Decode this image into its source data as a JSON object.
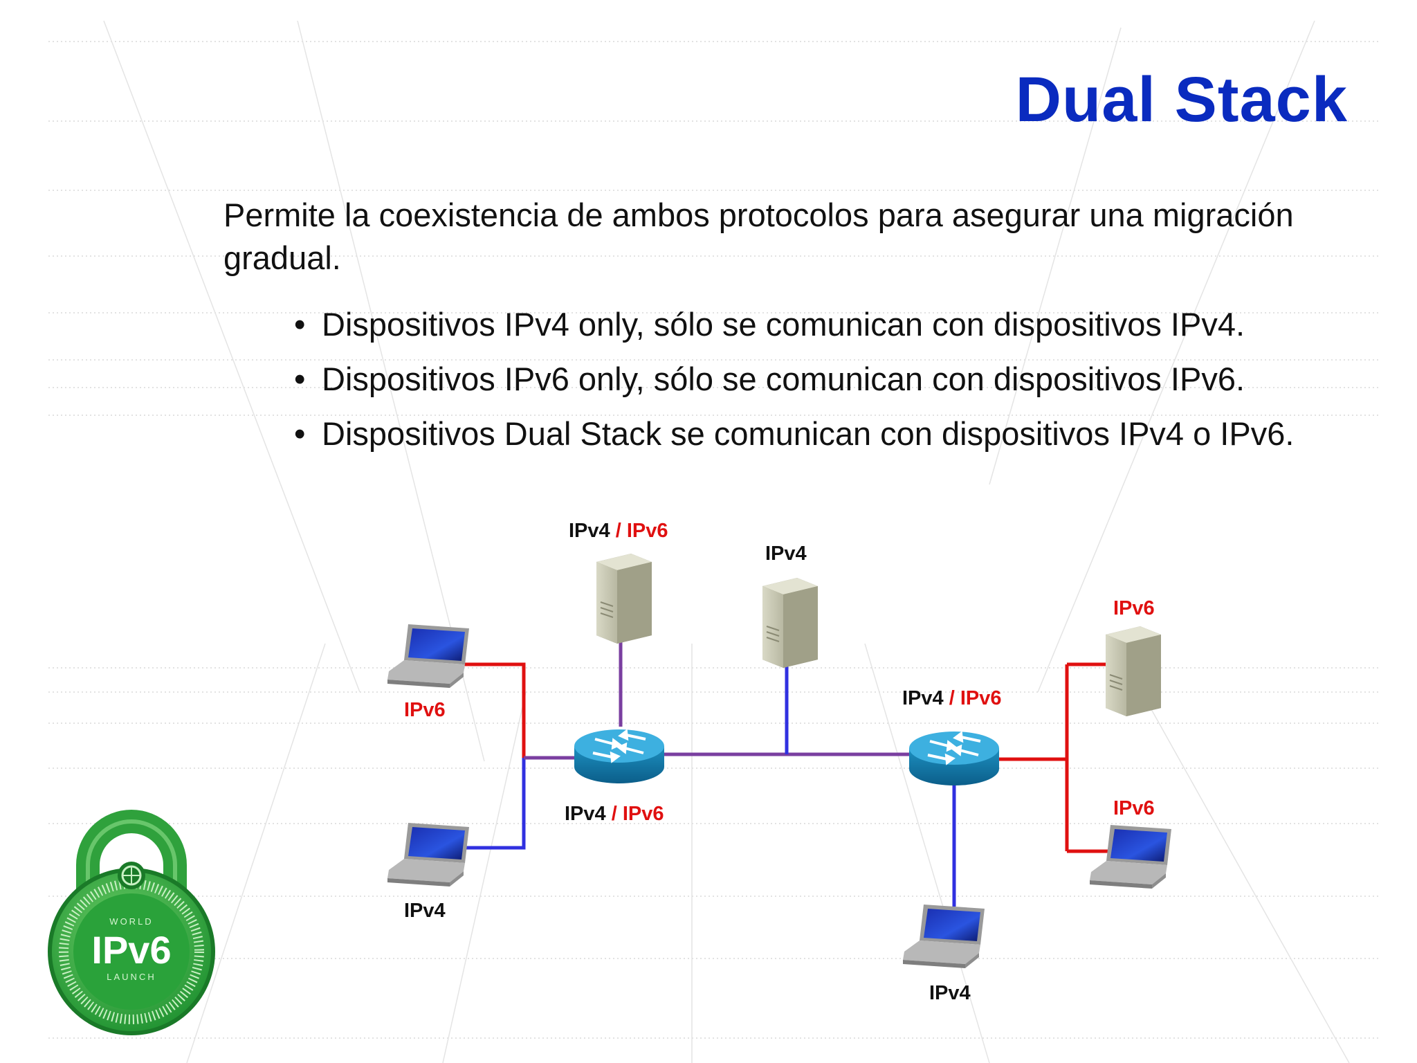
{
  "slide": {
    "title": "Dual Stack",
    "intro": "Permite la coexistencia de ambos protocolos para asegurar una migración gradual.",
    "bullets": [
      "Dispositivos IPv4 only, sólo se comunican con dispositivos IPv4.",
      "Dispositivos IPv6 only, sólo se comunican con dispositivos IPv6.",
      "Dispositivos Dual Stack se comunican con dispositivos IPv4 o IPv6."
    ],
    "bullet_symbol": "•"
  },
  "diagram": {
    "labels": {
      "server_top_v4": "IPv4",
      "server_top_sep": " / ",
      "server_top_v6": "IPv6",
      "server_mid": "IPv4",
      "server_right": "IPv6",
      "router_left_v4": "IPv4",
      "router_left_sep": " / ",
      "router_left_v6": "IPv6",
      "router_right_v4": "IPv4",
      "router_right_sep": " / ",
      "router_right_v6": "IPv6",
      "laptop_top_left": "IPv6",
      "laptop_bottom_left": "IPv4",
      "laptop_bottom_center": "IPv4",
      "laptop_right": "IPv6"
    },
    "colors": {
      "ipv4_link": "#3030e0",
      "ipv6_link": "#e01010",
      "dual_link": "#7a3fa0",
      "ipv6_text": "#e01010",
      "ipv4_text": "#111111",
      "title": "#0a2bbf"
    }
  },
  "logo": {
    "line1": "WORLD",
    "line2": "IPv6",
    "line3": "LAUNCH"
  }
}
